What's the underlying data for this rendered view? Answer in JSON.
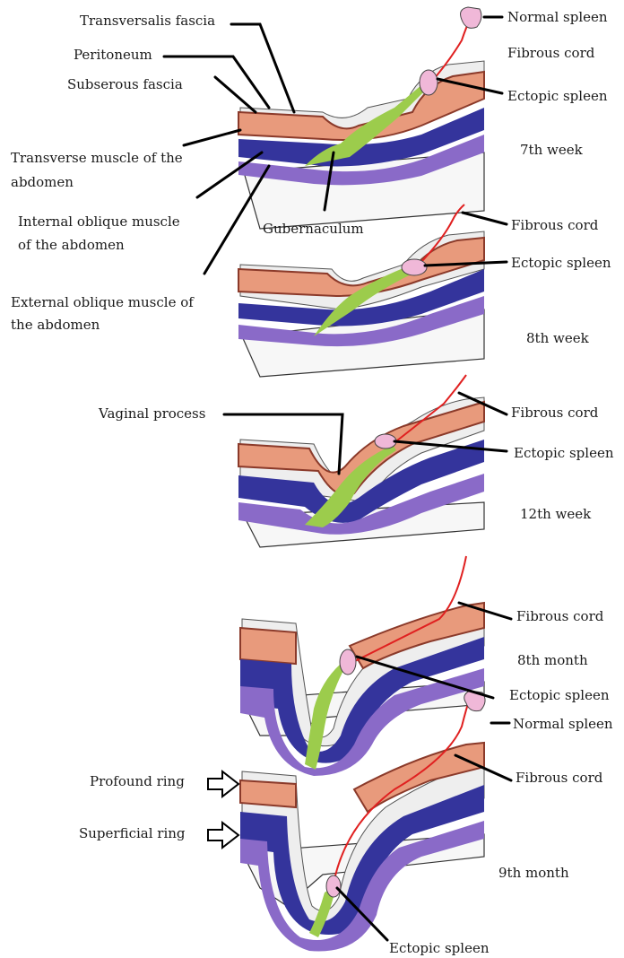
{
  "figure": {
    "anatomy_labels": {
      "transversalis_fascia": "Transversalis fascia",
      "peritoneum": "Peritoneum",
      "subserous_fascia": "Subserous fascia",
      "transverse_muscle_l1": "Transverse muscle of the",
      "transverse_muscle_l2": "abdomen",
      "internal_oblique_l1": "Internal oblique muscle",
      "internal_oblique_l2": "of the abdomen",
      "external_oblique_l1": "External oblique muscle of",
      "external_oblique_l2": "the abdomen",
      "gubernaculum": "Gubernaculum",
      "vaginal_process": "Vaginal process",
      "profound_ring": "Profound ring",
      "superficial_ring": "Superficial ring"
    },
    "stages": [
      {
        "id": "7th-week",
        "label": "7th week",
        "callouts": [
          "Normal spleen",
          "Fibrous cord",
          "Ectopic spleen"
        ]
      },
      {
        "id": "8th-week",
        "label": "8th week",
        "callouts": [
          "Fibrous cord",
          "Ectopic spleen"
        ]
      },
      {
        "id": "12th-week",
        "label": "12th week",
        "callouts": [
          "Fibrous cord",
          "Ectopic spleen"
        ]
      },
      {
        "id": "8th-month",
        "label": "8th month",
        "callouts": [
          "Fibrous cord",
          "Ectopic spleen"
        ]
      },
      {
        "id": "9th-month",
        "label": "9th month",
        "callouts": [
          "Normal spleen",
          "Fibrous cord",
          "Ectopic spleen"
        ]
      }
    ],
    "colors": {
      "skin": "#e89a7c",
      "skin_border": "#8b3a2a",
      "transverse_muscle": "#34349c",
      "oblique_muscle": "#8a6ac8",
      "gubernaculum": "#9ccc4c",
      "fibrous_cord": "#e02020",
      "spleen": "#f0b8d8",
      "fascia": "#eeeeee"
    }
  }
}
